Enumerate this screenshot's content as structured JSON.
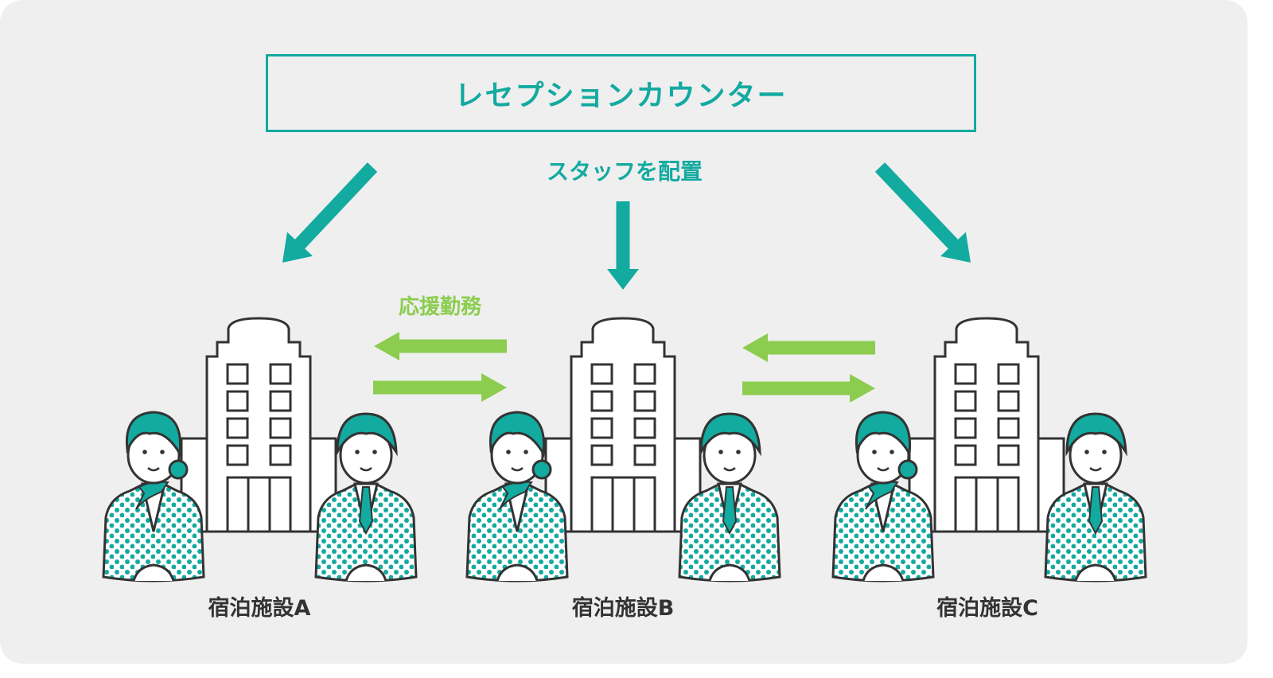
{
  "title": "レセプションカウンター",
  "assign_label": "スタッフを配置",
  "support_label": "応援勤務",
  "facilities": [
    {
      "label": "宿泊施設A"
    },
    {
      "label": "宿泊施設B"
    },
    {
      "label": "宿泊施設C"
    }
  ],
  "colors": {
    "teal": "#13aaa0",
    "green": "#8ccd50",
    "background": "#efefef",
    "outline": "#333333"
  }
}
